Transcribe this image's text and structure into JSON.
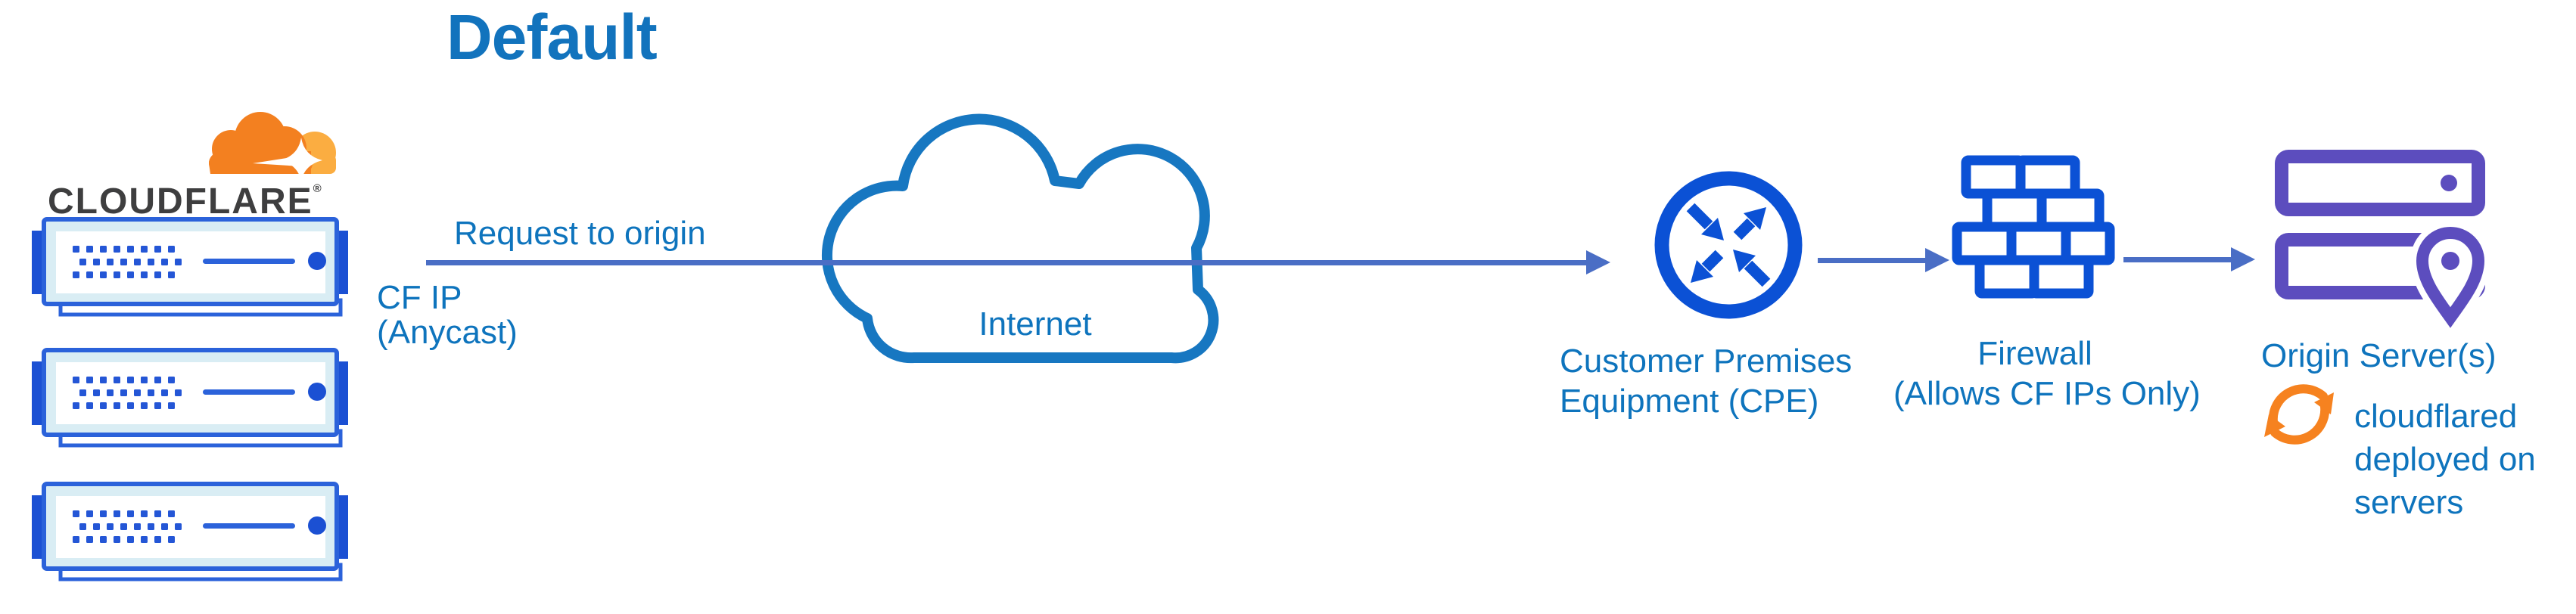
{
  "diagram": {
    "title": "Default",
    "brand": {
      "wordmark": "CLOUDFLARE",
      "registered": "®"
    },
    "edge": {
      "request_label": "Request to origin",
      "ip_line1": "CF IP",
      "ip_line2": "(Anycast)"
    },
    "internet": {
      "label": "Internet"
    },
    "cpe": {
      "line1": "Customer Premises",
      "line2": "Equipment (CPE)"
    },
    "firewall": {
      "line1": "Firewall",
      "line2": "(Allows CF IPs Only)"
    },
    "origin": {
      "label": "Origin Server(s)",
      "tunnel_line1": "cloudflared",
      "tunnel_line2": "deployed on",
      "tunnel_line3": "servers"
    },
    "colors": {
      "label_blue": "#0e74bd",
      "title_blue": "#1273bd",
      "arrow_blue": "#4a6ec5",
      "icon_blue": "#0b51d5",
      "server_border": "#2b62da",
      "server_fill": "#d9edf4",
      "server_accent": "#1b50d3",
      "cloud_stroke": "#1777c1",
      "origin_purple": "#5c4dbe",
      "logo_orange": "#f38020",
      "logo_orange_light": "#fbad41",
      "sync_orange": "#f6821f",
      "wordmark_dark": "#3e3e3f"
    }
  }
}
